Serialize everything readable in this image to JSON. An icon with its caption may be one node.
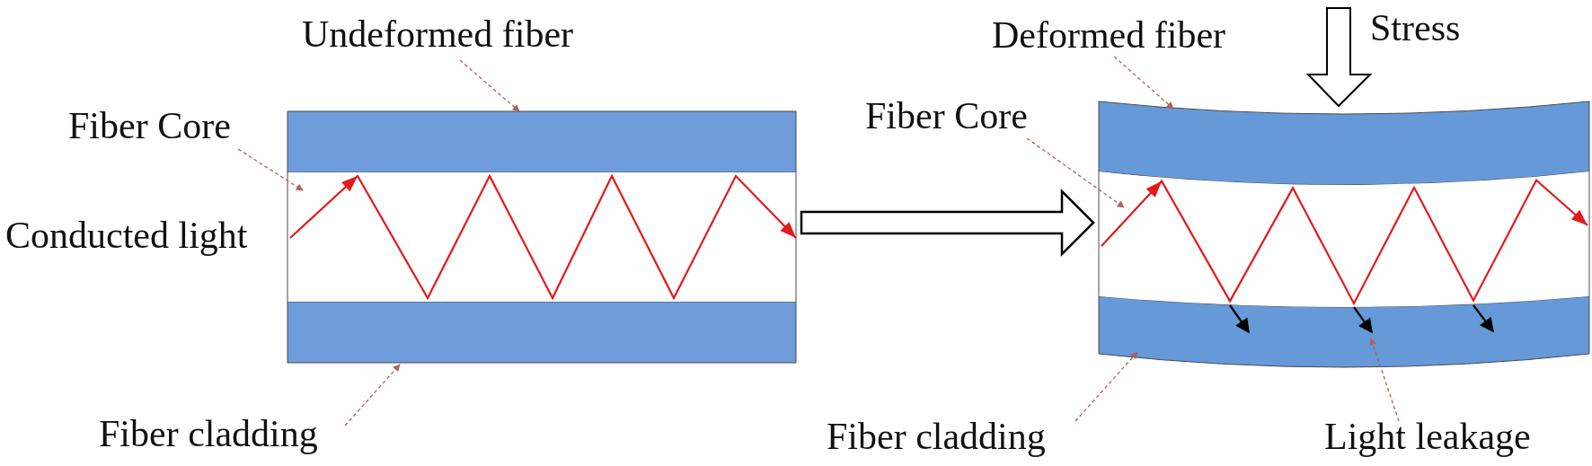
{
  "diagram": {
    "nodes": [
      {
        "text": [
          "Undeformed fiber"
        ]
      },
      {
        "text": [],
        "shape": "box"
      },
      {
        "text": [
          "Fiber Core"
        ]
      },
      {
        "text": [],
        "shape": "box"
      },
      {
        "text": [],
        "shape": "box"
      },
      {
        "text": [
          "Fiber cladding"
        ]
      },
      {
        "text": [
          "Deformed fiber"
        ]
      },
      {
        "text": [],
        "shape": "box"
      },
      {
        "text": [
          "Fiber Core"
        ]
      },
      {
        "text": [],
        "shape": "box"
      },
      {
        "text": [],
        "shape": "box"
      },
      {
        "text": [
          "Fiber cladding"
        ]
      },
      {
        "text": [
          "Light leakage"
        ]
      }
    ],
    "edges": [
      {
        "from": 0,
        "to": 1,
        "arrow": "to",
        "style": "dashed"
      },
      {
        "from": 2,
        "to": 3,
        "arrow": "to",
        "style": "dashed"
      },
      {
        "from": 5,
        "to": 4,
        "arrow": "to",
        "style": "dashed"
      },
      {
        "from": 3,
        "to": 9,
        "arrow": "to",
        "style": "thick",
        "color": "#000000"
      },
      {
        "from": 6,
        "to": 7,
        "arrow": "to",
        "style": "dashed"
      },
      {
        "from": 8,
        "to": 9,
        "arrow": "to",
        "style": "dashed"
      },
      {
        "from": 11,
        "to": 10,
        "arrow": "to",
        "style": "dashed"
      },
      {
        "from": 12,
        "to": 10,
        "arrow": "to",
        "style": "dashed"
      }
    ],
    "labels": [
      "Conducted light",
      "Stress"
    ]
  }
}
